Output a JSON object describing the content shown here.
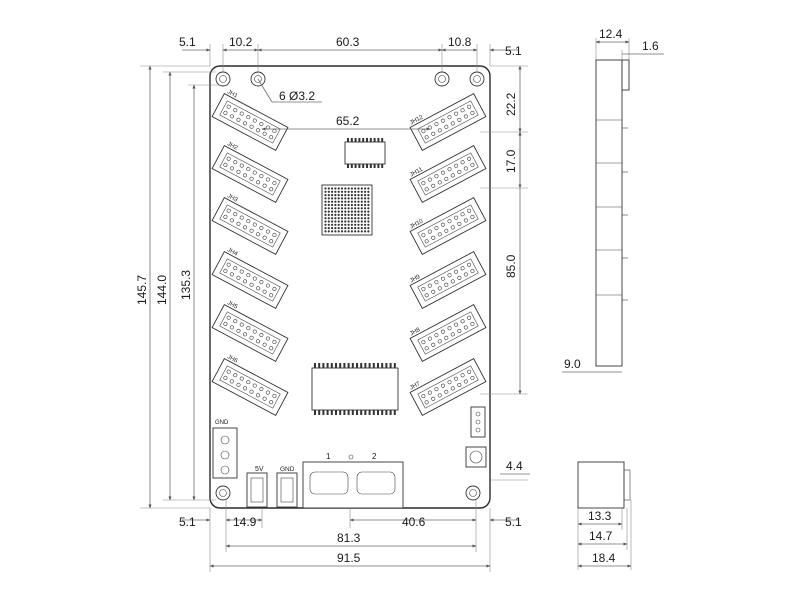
{
  "dimensions": {
    "top_left_margin": "5.1",
    "top_hole_offset": "10.2",
    "top_hole_span": "60.3",
    "top_right_offset": "10.8",
    "top_right_margin": "5.1",
    "hole_callout": "6 Ø3.2",
    "header_span": "65.2",
    "right_top": "22.2",
    "header_pitch": "17.0",
    "header_height": "85.0",
    "overall_height": "145.7",
    "hole_height": "144.0",
    "hole_height_inner": "135.3",
    "power_offset": "14.9",
    "bottom_left_margin": "5.1",
    "bottom_connector": "40.6",
    "bottom_right_margin": "5.1",
    "bottom_hole_span": "81.3",
    "overall_width": "91.5",
    "right_corner": "4.4",
    "side_depth": "12.4",
    "side_thickness": "1.6",
    "side_offset": "9.0",
    "bottom_view_1": "13.3",
    "bottom_view_2": "14.7",
    "bottom_view_3": "18.4"
  },
  "board": {
    "power_gnd_label": "GND",
    "label_5v": "5V",
    "label_gnd": "GND",
    "db_pin_1": "1",
    "db_pin_2": "2",
    "connector_labels_left": [
      "JH1",
      "JH2",
      "JH3",
      "JH4",
      "JH5",
      "JH6"
    ],
    "connector_labels_right": [
      "JH12",
      "JH11",
      "JH10",
      "JH9",
      "JH8",
      "JH7"
    ]
  }
}
